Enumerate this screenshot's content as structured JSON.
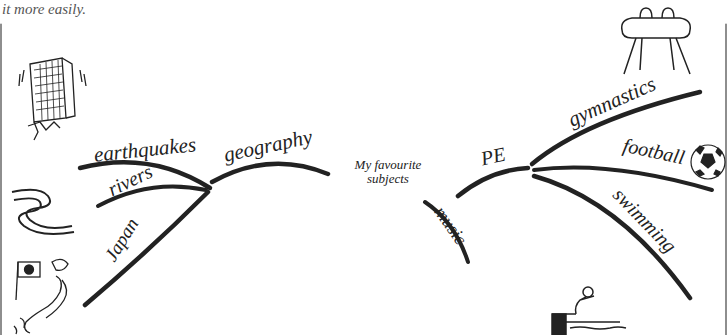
{
  "diagram": {
    "labels": [
      "it more easily.",
      "earthquakes",
      "rivers",
      "Japan",
      "geography",
      "My favourite subjects",
      "music",
      "PE",
      "gymnastics",
      "football",
      "swimming"
    ]
  }
}
